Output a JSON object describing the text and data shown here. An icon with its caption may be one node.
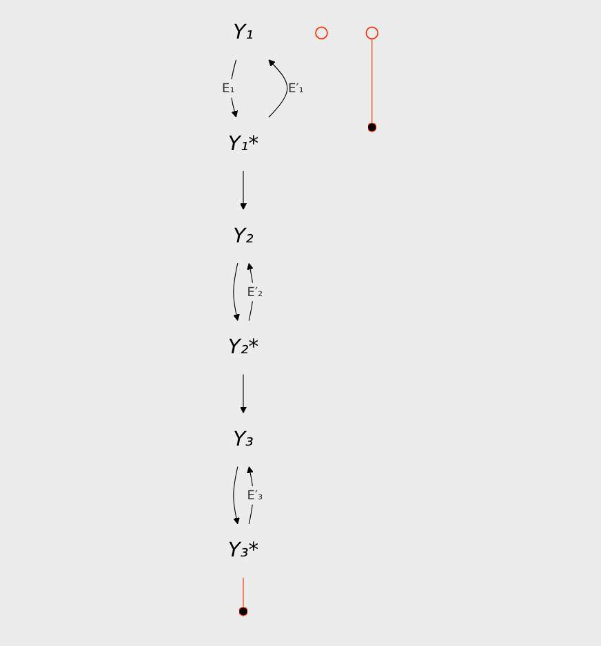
{
  "diagram": {
    "nodes": [
      {
        "text": [
          "Y₁"
        ]
      },
      {
        "text": [
          "Y₁*"
        ]
      },
      {
        "text": [],
        "shape": "ellipse"
      },
      {
        "text": [
          "Y₂"
        ]
      },
      {
        "text": [
          "Y₂*"
        ]
      },
      {
        "text": [],
        "shape": "ellipse"
      },
      {
        "text": [
          "Y₃"
        ]
      },
      {
        "text": [
          "Y₃*"
        ]
      }
    ],
    "edges": [
      {
        "from": 0,
        "to": 1,
        "arrow": "to",
        "label": "E₁"
      },
      {
        "from": 1,
        "to": 0,
        "arrow": "to",
        "label": "E′₁"
      },
      {
        "from": 1,
        "to": 3,
        "arrow": "to"
      },
      {
        "from": 3,
        "to": 4,
        "arrow": "to"
      },
      {
        "from": 4,
        "to": 3,
        "arrow": "to",
        "label": "E′₂"
      },
      {
        "from": 4,
        "to": 6,
        "arrow": "to"
      },
      {
        "from": 6,
        "to": 7,
        "arrow": "to"
      },
      {
        "from": 7,
        "to": 6,
        "arrow": "to",
        "label": "E′₃"
      },
      {
        "from": null,
        "to": 5,
        "arrow": "other",
        "color": "#ff2a00"
      },
      {
        "from": null,
        "to": 7,
        "arrow": "other",
        "color": "#ff2a00"
      }
    ]
  }
}
